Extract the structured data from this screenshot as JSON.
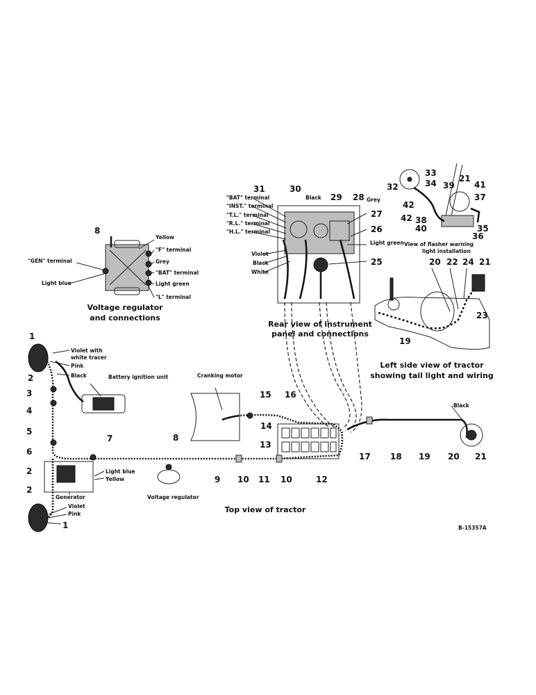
{
  "part_numbers": [
    "1",
    "2",
    "3",
    "4",
    "5",
    "6",
    "7",
    "8",
    "9",
    "10",
    "11",
    "12",
    "13",
    "14",
    "15",
    "16",
    "17",
    "18",
    "19",
    "20",
    "21",
    "22",
    "23",
    "24",
    "25",
    "26",
    "27",
    "28",
    "29",
    "30",
    "31",
    "32",
    "33",
    "34",
    "35",
    "36",
    "37",
    "38",
    "39",
    "40",
    "41",
    "42"
  ],
  "regulator": {
    "caption_line1": "Voltage regulator",
    "caption_line2": "and connections",
    "labels": {
      "yellow": "Yellow",
      "f_terminal": "\"F\" terminal",
      "gen_terminal": "\"GEN\" terminal",
      "grey": "Grey",
      "bat_terminal": "\"BAT\" terminal",
      "light_blue": "Light blue",
      "light_green": "Light green",
      "l_terminal": "\"L\" terminal"
    }
  },
  "instrument_panel": {
    "caption_line1": "Rear view of instrument",
    "caption_line2": "panel and connections",
    "labels": {
      "bat": "\"BAT\" terminal",
      "inst": "\"INST.\" terminal",
      "tl": "\"T.L.\" terminal",
      "rl": "\"R.L.\" terminal",
      "hl": "\"H.L.\" terminal",
      "black": "Black",
      "grey": "Grey",
      "violet": "Violet",
      "black2": "Black",
      "white": "White",
      "light_green": "Light green"
    }
  },
  "flasher": {
    "caption_line1": "View of flasher warning",
    "caption_line2": "light installation"
  },
  "left_side": {
    "caption_line1": "Left side view of tractor",
    "caption_line2": "showing tail light and wiring"
  },
  "top_view": {
    "caption": "Top view of tractor",
    "labels": {
      "violet_white_tracer_1": "Violet with",
      "violet_white_tracer_2": "white tracer",
      "pink": "Pink",
      "black": "Black",
      "battery_ignition": "Battery ignition unit",
      "cranking_motor": "Cranking motor",
      "light_blue": "Light blue",
      "yellow": "Yellow",
      "generator": "Generator",
      "voltage_regulator": "Voltage regulator",
      "violet": "Violet",
      "pink2": "Pink",
      "black_tail": "Black"
    }
  },
  "figure_code": "B-15357A"
}
